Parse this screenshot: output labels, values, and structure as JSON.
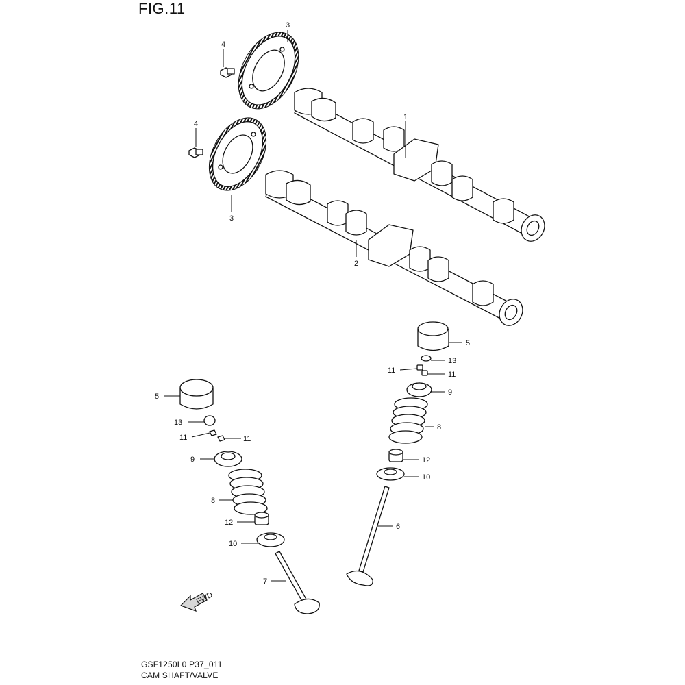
{
  "figure": {
    "title": "FIG.11",
    "code": "GSF1250L0 P37_011",
    "name": "CAM SHAFT/VALVE"
  },
  "callouts": [
    "1",
    "2",
    "3",
    "3",
    "4",
    "4",
    "5",
    "5",
    "6",
    "7",
    "8",
    "8",
    "9",
    "9",
    "10",
    "10",
    "11",
    "11",
    "11",
    "11",
    "12",
    "12",
    "13",
    "13"
  ],
  "fwd_marker": {
    "label": "FWD",
    "icon": "fwd-arrow-icon"
  }
}
